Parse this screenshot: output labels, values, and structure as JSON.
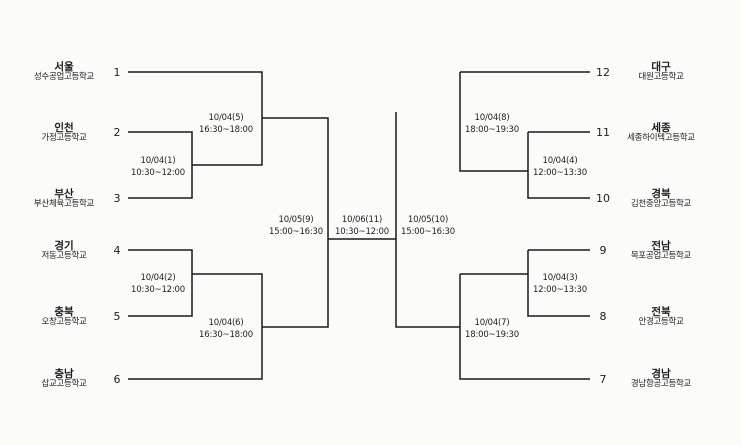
{
  "colors": {
    "line": "#1a1a1a",
    "background": "#fbfbfa"
  },
  "teams": [
    {
      "seed": "1",
      "region": "서울",
      "school": "성수공업고등학교"
    },
    {
      "seed": "2",
      "region": "인천",
      "school": "가정고등학교"
    },
    {
      "seed": "3",
      "region": "부산",
      "school": "부산체육고등학교"
    },
    {
      "seed": "4",
      "region": "경기",
      "school": "저동고등학교"
    },
    {
      "seed": "5",
      "region": "충북",
      "school": "오창고등학교"
    },
    {
      "seed": "6",
      "region": "충남",
      "school": "삽교고등학교"
    },
    {
      "seed": "12",
      "region": "대구",
      "school": "대원고등학교"
    },
    {
      "seed": "11",
      "region": "세종",
      "school": "세종하이텍고등학교"
    },
    {
      "seed": "10",
      "region": "경북",
      "school": "김천중앙고등학교"
    },
    {
      "seed": "9",
      "region": "전남",
      "school": "목포공업고등학교"
    },
    {
      "seed": "8",
      "region": "전북",
      "school": "안경고등학교"
    },
    {
      "seed": "7",
      "region": "경남",
      "school": "경남항공고등학교"
    }
  ],
  "matches": [
    {
      "date": "10/04(1)",
      "time": "10:30~12:00"
    },
    {
      "date": "10/04(2)",
      "time": "10:30~12:00"
    },
    {
      "date": "10/04(5)",
      "time": "16:30~18:00"
    },
    {
      "date": "10/04(6)",
      "time": "16:30~18:00"
    },
    {
      "date": "10/05(9)",
      "time": "15:00~16:30"
    },
    {
      "date": "10/06(11)",
      "time": "10:30~12:00"
    },
    {
      "date": "10/05(10)",
      "time": "15:00~16:30"
    },
    {
      "date": "10/04(8)",
      "time": "18:00~19:30"
    },
    {
      "date": "10/04(4)",
      "time": "12:00~13:30"
    },
    {
      "date": "10/04(3)",
      "time": "12:00~13:30"
    },
    {
      "date": "10/04(7)",
      "time": "18:00~19:30"
    }
  ]
}
